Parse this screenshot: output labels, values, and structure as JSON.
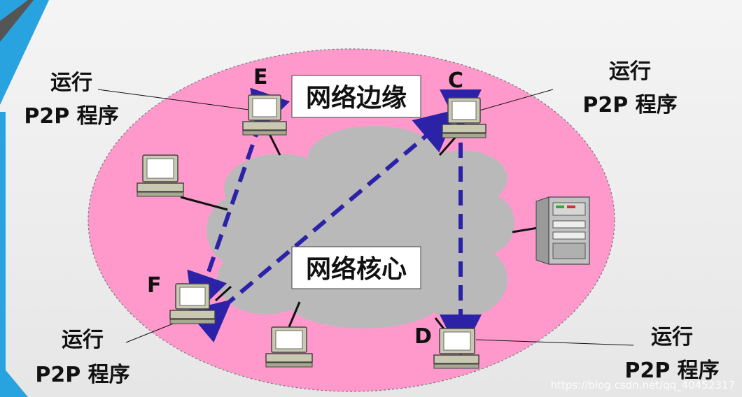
{
  "regions": {
    "edge_label": "网络边缘",
    "core_label": "网络核心"
  },
  "nodes": {
    "E": "E",
    "C": "C",
    "F": "F",
    "D": "D"
  },
  "callouts": {
    "top_left": {
      "line1": "运行",
      "line2": "P2P 程序"
    },
    "top_right": {
      "line1": "运行",
      "line2": "P2P 程序"
    },
    "bottom_left": {
      "line1": "运行",
      "line2": "P2P 程序"
    },
    "bottom_right": {
      "line1": "运行",
      "line2": "P2P 程序"
    }
  },
  "watermark": "https://blog.csdn.net/qq_40452317",
  "colors": {
    "edge_fill": "#ff99cc",
    "core_fill": "#b9b9b9",
    "arrow": "#2b22a8",
    "accent_blue": "#29a3e0"
  }
}
